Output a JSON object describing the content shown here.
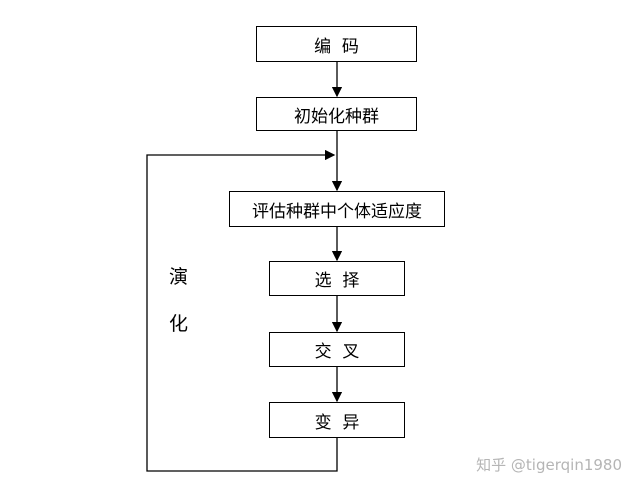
{
  "nodes": {
    "encode": "编  码",
    "init": "初始化种群",
    "evaluate": "评估种群中个体适应度",
    "select": "选  择",
    "crossover": "交  叉",
    "mutate": "变  异"
  },
  "loop_label": {
    "char1": "演",
    "char2": "化"
  },
  "watermark": "知乎 @tigerqin1980"
}
